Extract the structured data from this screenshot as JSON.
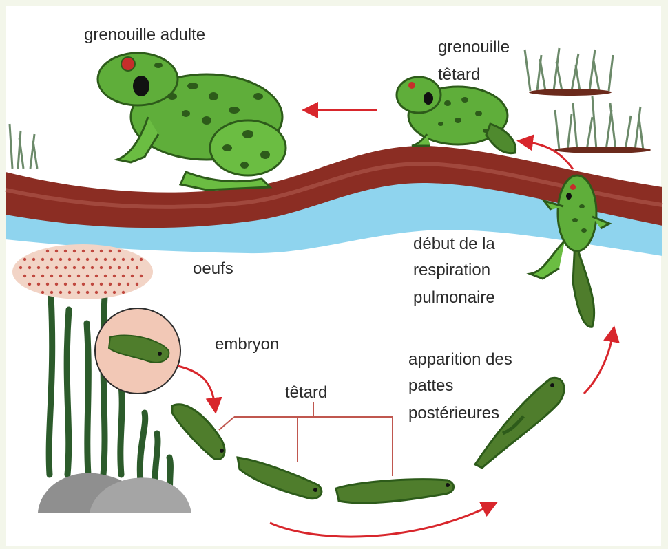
{
  "labels": {
    "adult_frog": "grenouille adulte",
    "froglet_line1": "grenouille",
    "froglet_line2": "têtard",
    "lung_line1": "début de la",
    "lung_line2": "respiration",
    "lung_line3": "pulmonaire",
    "eggs": "oeufs",
    "embryo": "embryon",
    "tadpole": "têtard",
    "hind_line1": "apparition des",
    "hind_line2": "pattes",
    "hind_line3": "postérieures"
  },
  "colors": {
    "background": "#f3f6ea",
    "arrow": "#d8262c",
    "frog_green": "#5fae3a",
    "frog_spots": "#2d5b1a",
    "bank": "#8b2d23",
    "water": "#8fd4ee",
    "tadpole_green": "#4f7d2c",
    "eggs": "#f2d4c6",
    "seaweed": "#2c5b2b",
    "rock": "#8f8f8f"
  }
}
